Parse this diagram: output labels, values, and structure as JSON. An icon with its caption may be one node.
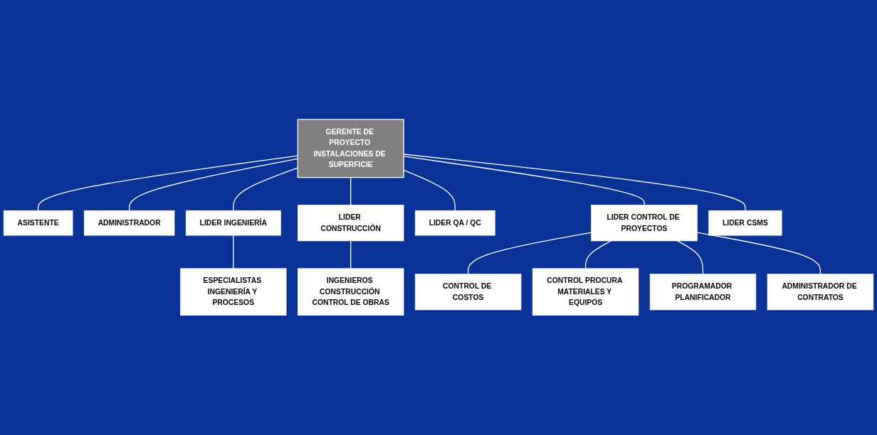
{
  "diagram": {
    "nodes": [
      {
        "text": [
          "GERENTE DE PROYECTO INSTALACIONES DE SUPERFICIE"
        ]
      },
      {
        "text": [
          "ASISTENTE"
        ]
      },
      {
        "text": [
          "ADMINISTRADOR"
        ]
      },
      {
        "text": [
          "LIDER INGENIERÍA"
        ]
      },
      {
        "text": [
          "LIDER CONSTRUCCIÓN"
        ]
      },
      {
        "text": [
          "LIDER QA / QC"
        ]
      },
      {
        "text": [
          "LIDER CONTROL DE PROYECTOS"
        ]
      },
      {
        "text": [
          "LIDER CSMS"
        ]
      },
      {
        "text": [
          "ESPECIALISTAS INGENIERÍA Y PROCESOS"
        ]
      },
      {
        "text": [
          "INGENIEROS CONSTRUCCIÓN CONTROL DE OBRAS"
        ]
      },
      {
        "text": [
          "CONTROL DE COSTOS"
        ]
      },
      {
        "text": [
          "CONTROL PROCURA MATERIALES Y EQUIPOS"
        ]
      },
      {
        "text": [
          "PROGRAMADOR PLANIFICADOR"
        ]
      },
      {
        "text": [
          "ADMINISTRADOR DE CONTRATOS"
        ]
      }
    ],
    "edges": [
      {
        "from": 0,
        "to": 1,
        "arrow": "none"
      },
      {
        "from": 0,
        "to": 2,
        "arrow": "none"
      },
      {
        "from": 0,
        "to": 3,
        "arrow": "none"
      },
      {
        "from": 0,
        "to": 4,
        "arrow": "none"
      },
      {
        "from": 0,
        "to": 5,
        "arrow": "none"
      },
      {
        "from": 0,
        "to": 6,
        "arrow": "none"
      },
      {
        "from": 0,
        "to": 7,
        "arrow": "none"
      },
      {
        "from": 3,
        "to": 8,
        "arrow": "none"
      },
      {
        "from": 4,
        "to": 9,
        "arrow": "none"
      },
      {
        "from": 6,
        "to": 10,
        "arrow": "none"
      },
      {
        "from": 6,
        "to": 11,
        "arrow": "none"
      },
      {
        "from": 6,
        "to": 12,
        "arrow": "none"
      },
      {
        "from": 6,
        "to": 13,
        "arrow": "none"
      }
    ]
  }
}
